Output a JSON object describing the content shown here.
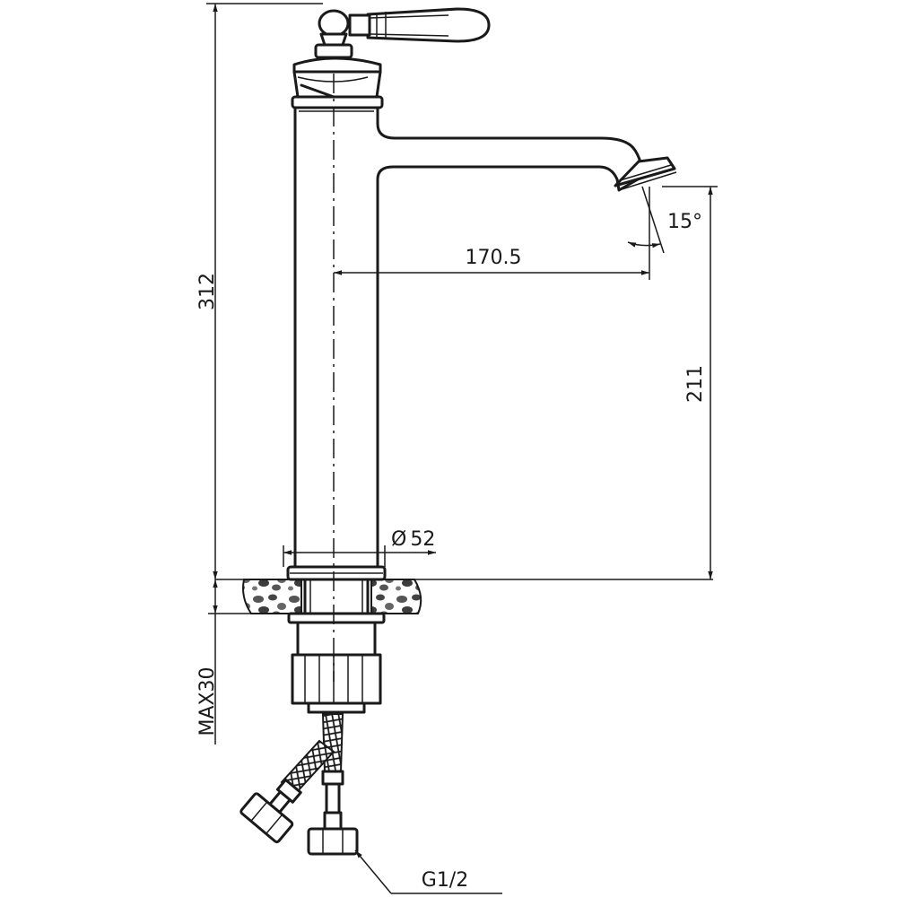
{
  "dimensions": {
    "total_height": "312",
    "spout_height": "211",
    "spout_reach": "170.5",
    "spout_angle": "15°",
    "base_diameter": "52",
    "base_diameter_symbol": "Ø",
    "max_counter_thickness": "MAX30",
    "connection_thread": "G1/2"
  },
  "colors": {
    "line": "#1a1a1a",
    "background": "#ffffff"
  }
}
